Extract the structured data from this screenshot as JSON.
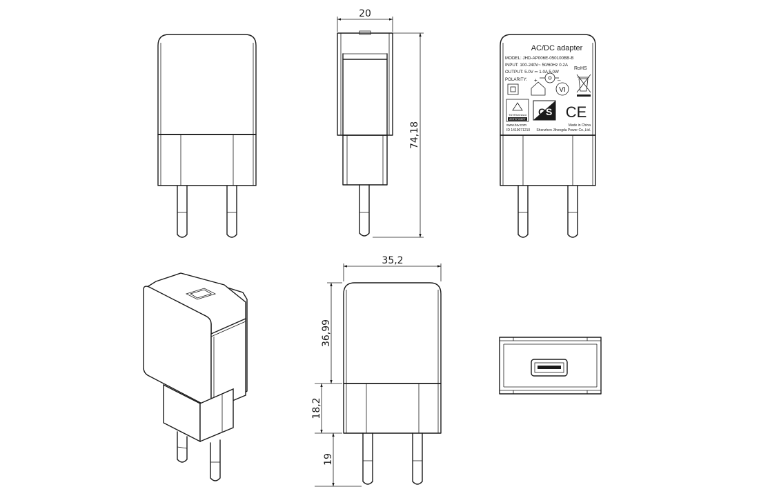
{
  "dimensions": {
    "width_top": "20",
    "height_total": "74,18",
    "width_front": "35,2",
    "height_body": "36,99",
    "height_base": "18,2",
    "height_pins": "19"
  },
  "label": {
    "title": "AC/DC  adapter",
    "model": "MODEL: JHD-AP006E-050100BB-B",
    "input": "INPUT: 100-240V~ 50/60Hz  0.2A",
    "output": "OUTPUT: 5.0V ⎓ 1.0A  5.0W",
    "polarity": "POLARITY:",
    "polarity_plus": "+",
    "polarity_minus": "–",
    "rohs": "RoHS",
    "efficiency": "VI",
    "tuv_line1": "TÜVRheinland",
    "tuv_line2": "ZERTIFIZIERT",
    "ce": "CE",
    "website": "www.tuv.com",
    "tuv_id": "ID 1419071210",
    "made_in": "Made in China",
    "manufacturer": "Shenzhen Jihongda Power Co.,Ltd.",
    "icons": [
      "double-insulation-icon",
      "indoor-use-icon",
      "efficiency-level-icon",
      "weee-bin-icon",
      "tuv-mark-icon",
      "gs-mark-icon",
      "ce-mark-icon"
    ]
  }
}
